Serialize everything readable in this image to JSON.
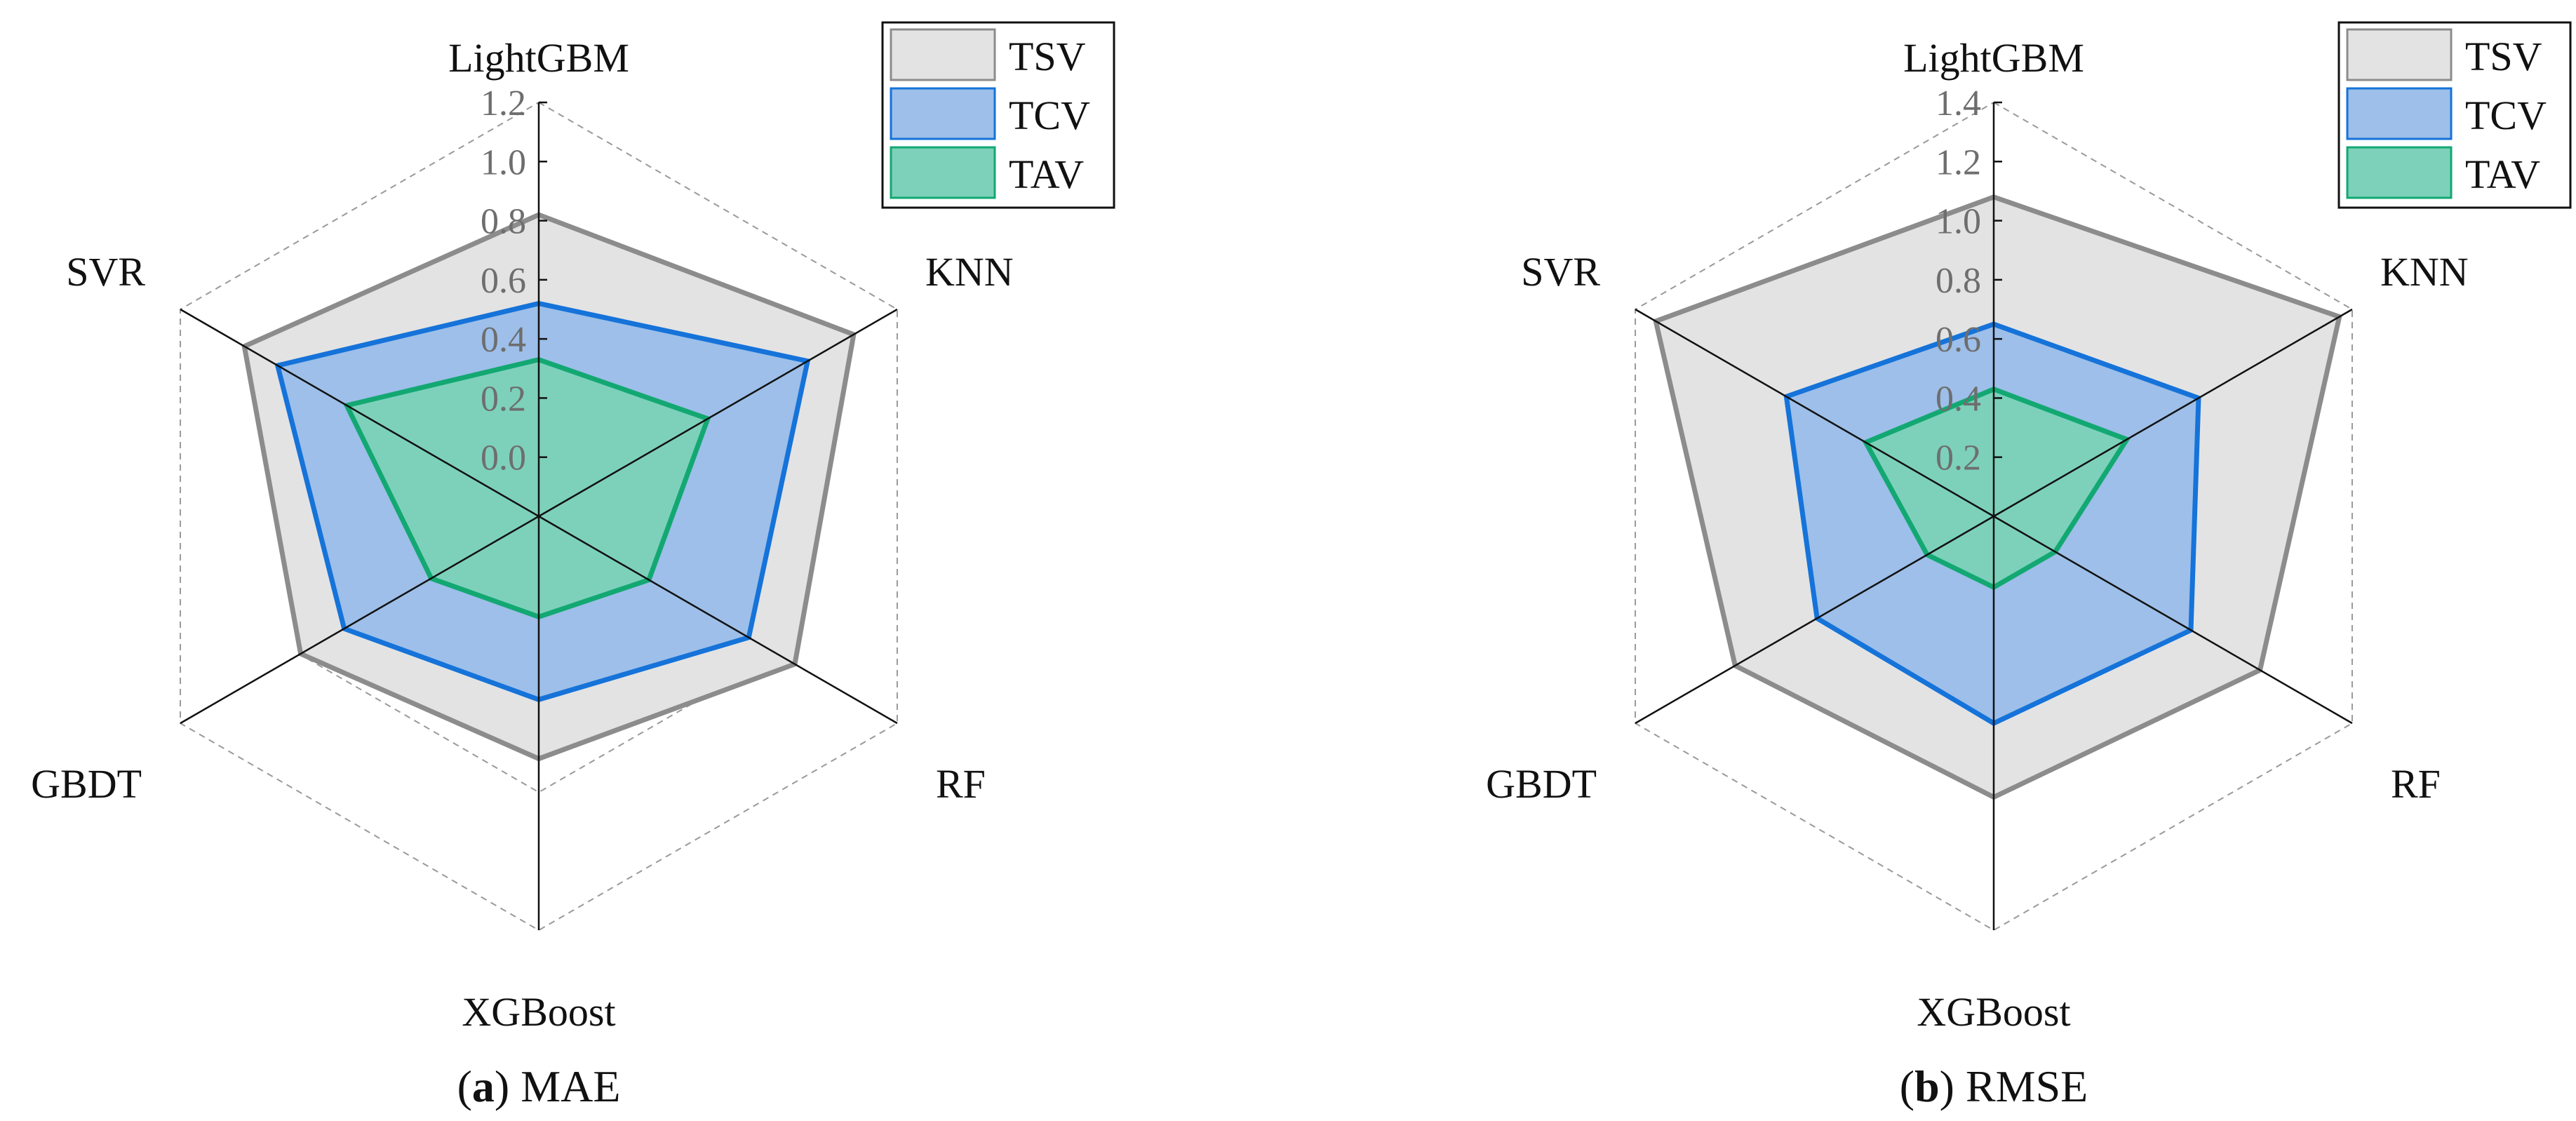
{
  "chart_data": [
    {
      "type": "radar",
      "panel_letter": "a",
      "caption": "MAE",
      "axes": [
        "LightGBM",
        "KNN",
        "RF",
        "XGBoost",
        "GBDT",
        "SVR"
      ],
      "rlim": [
        -0.2,
        1.2
      ],
      "ticks": [
        0.0,
        0.2,
        0.4,
        0.6,
        0.8,
        1.0,
        1.2
      ],
      "tick_labels": [
        "0.0",
        "0.2",
        "0.4",
        "0.6",
        "0.8",
        "1.0",
        "1.2"
      ],
      "grid": true,
      "legend_position": "top-right",
      "series": [
        {
          "name": "TSV",
          "values": [
            0.82,
            1.03,
            0.8,
            0.62,
            0.73,
            0.95
          ],
          "color": "#8c8c8c",
          "fill": "#e3e3e3"
        },
        {
          "name": "TCV",
          "values": [
            0.52,
            0.85,
            0.62,
            0.42,
            0.56,
            0.82
          ],
          "color": "#1573d9",
          "fill": "#9dbfe9"
        },
        {
          "name": "TAV",
          "values": [
            0.33,
            0.46,
            0.23,
            0.14,
            0.22,
            0.55
          ],
          "color": "#13a872",
          "fill": "#7dd1bb"
        }
      ]
    },
    {
      "type": "radar",
      "panel_letter": "b",
      "caption": "RMSE",
      "axes": [
        "LightGBM",
        "KNN",
        "RF",
        "XGBoost",
        "GBDT",
        "SVR"
      ],
      "rlim": [
        0.0,
        1.4
      ],
      "ticks": [
        0.2,
        0.4,
        0.6,
        0.8,
        1.0,
        1.2,
        1.4
      ],
      "tick_labels": [
        "0.2",
        "0.4",
        "0.6",
        "0.8",
        "1.0",
        "1.2",
        "1.4"
      ],
      "grid": true,
      "legend_position": "top-right",
      "series": [
        {
          "name": "TSV",
          "values": [
            1.08,
            1.35,
            1.04,
            0.95,
            1.01,
            1.32
          ],
          "color": "#8c8c8c",
          "fill": "#e3e3e3"
        },
        {
          "name": "TCV",
          "values": [
            0.65,
            0.8,
            0.77,
            0.7,
            0.69,
            0.81
          ],
          "color": "#1573d9",
          "fill": "#9dbfe9"
        },
        {
          "name": "TAV",
          "values": [
            0.43,
            0.52,
            0.24,
            0.24,
            0.26,
            0.5
          ],
          "color": "#13a872",
          "fill": "#7dd1bb"
        }
      ]
    }
  ]
}
